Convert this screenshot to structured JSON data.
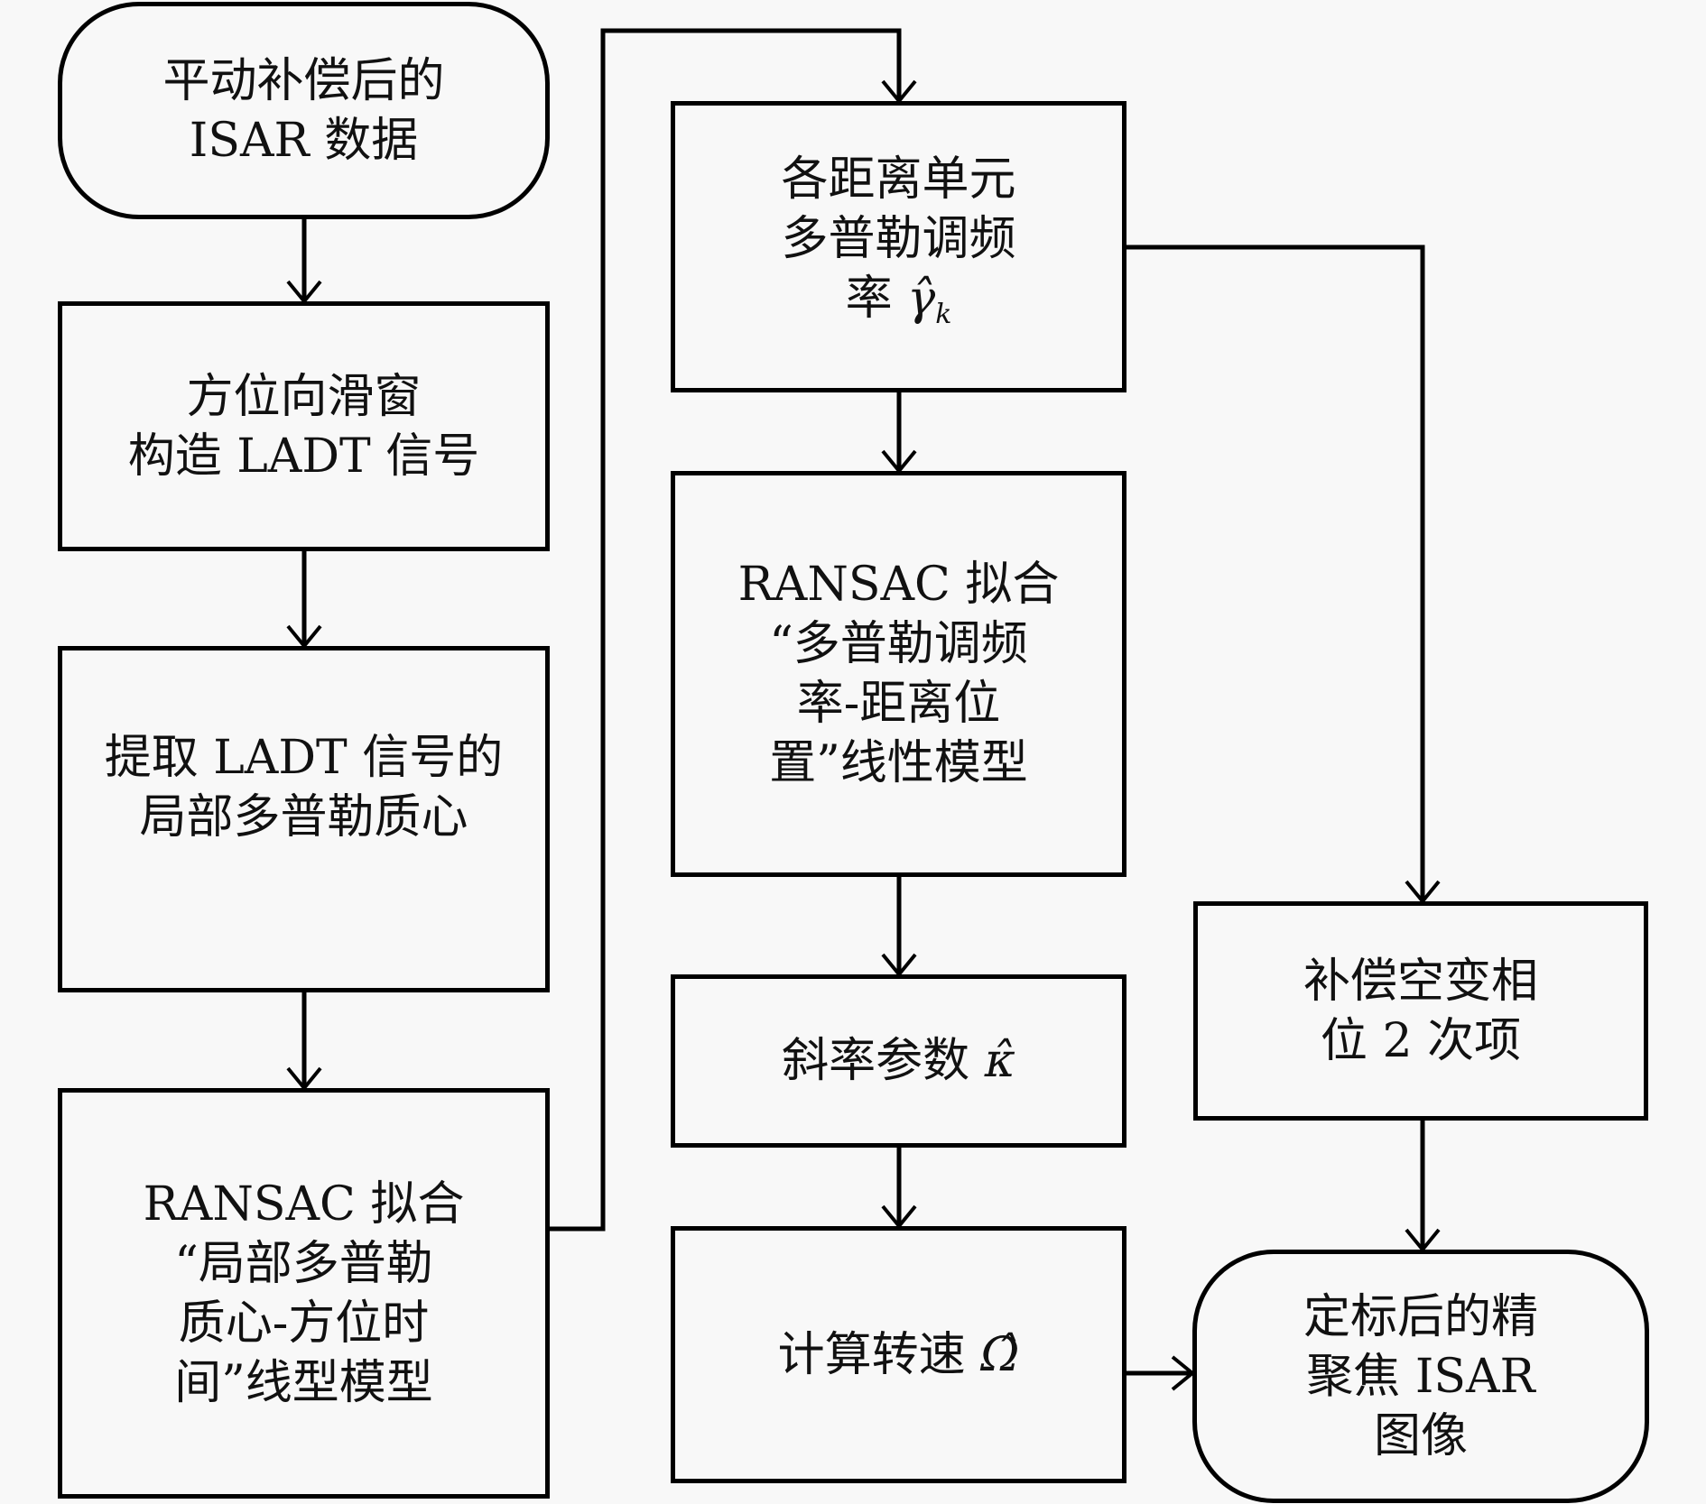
{
  "diagram": {
    "type": "flowchart",
    "colors": {
      "stroke": "#000000",
      "background": "#f8f8f8",
      "text": "#111111"
    },
    "nodes": [
      {
        "id": "start",
        "shape": "terminal",
        "lines": [
          "平动补偿后的",
          "ISAR 数据"
        ]
      },
      {
        "id": "sliding-window",
        "shape": "process",
        "lines": [
          "方位向滑窗",
          "构造 LADT 信号"
        ]
      },
      {
        "id": "extract-centroid",
        "shape": "process",
        "lines": [
          "提取 LADT 信号的",
          "局部多普勒质心"
        ]
      },
      {
        "id": "ransac-centroid",
        "shape": "process",
        "lines": [
          "RANSAC 拟合",
          "“局部多普勒",
          "质心-方位时",
          "间”线型模型"
        ]
      },
      {
        "id": "doppler-rate",
        "shape": "process",
        "lines": [
          "各距离单元",
          "多普勒调频"
        ],
        "math_line": {
          "prefix": "率 ",
          "symbol": "γ̂",
          "subscript": "k"
        }
      },
      {
        "id": "ransac-rate",
        "shape": "process",
        "lines": [
          "RANSAC 拟合",
          "“多普勒调频",
          "率-距离位",
          "置”线性模型"
        ]
      },
      {
        "id": "slope",
        "shape": "process",
        "math_line": {
          "prefix": "斜率参数 ",
          "symbol": "κ̂",
          "subscript": ""
        }
      },
      {
        "id": "rotation-speed",
        "shape": "process",
        "math_line": {
          "prefix": "计算转速 ",
          "symbol": "Ω̂",
          "subscript": ""
        }
      },
      {
        "id": "compensate",
        "shape": "process",
        "lines": [
          "补偿空变相",
          "位 2 次项"
        ]
      },
      {
        "id": "end",
        "shape": "terminal",
        "lines": [
          "定标后的精",
          "聚焦 ISAR",
          "图像"
        ]
      }
    ],
    "edges": [
      {
        "from": "start",
        "to": "sliding-window"
      },
      {
        "from": "sliding-window",
        "to": "extract-centroid"
      },
      {
        "from": "extract-centroid",
        "to": "ransac-centroid"
      },
      {
        "from": "ransac-centroid",
        "to": "doppler-rate"
      },
      {
        "from": "doppler-rate",
        "to": "ransac-rate"
      },
      {
        "from": "doppler-rate",
        "to": "compensate"
      },
      {
        "from": "ransac-rate",
        "to": "slope"
      },
      {
        "from": "slope",
        "to": "rotation-speed"
      },
      {
        "from": "rotation-speed",
        "to": "end"
      },
      {
        "from": "compensate",
        "to": "end"
      }
    ]
  }
}
